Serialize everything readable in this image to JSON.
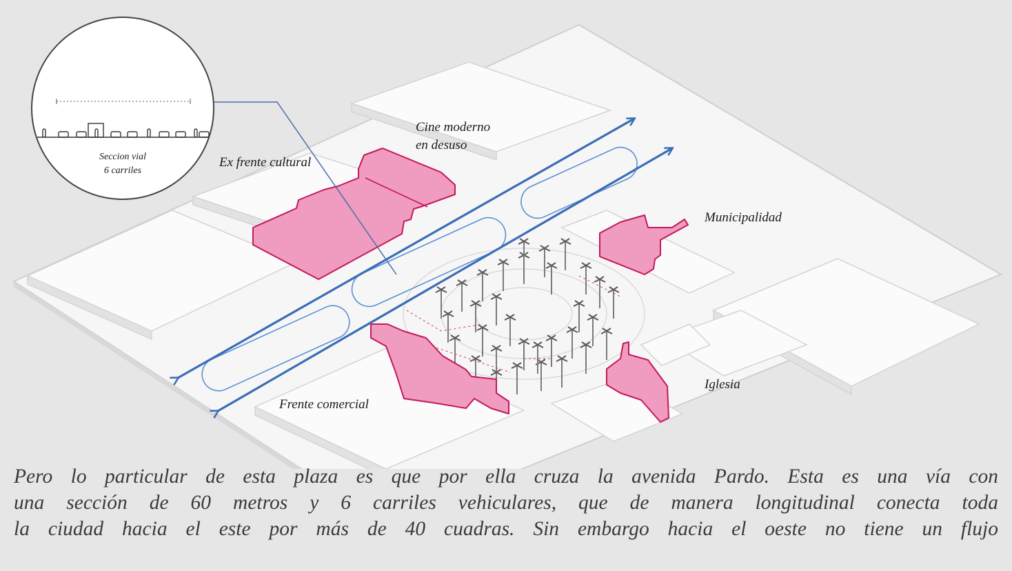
{
  "labels": {
    "cine": [
      "Cine moderno",
      "en desuso"
    ],
    "ex_frente": "Ex frente cultural",
    "municipalidad": "Municipalidad",
    "iglesia": "Iglesia",
    "frente_comercial": "Frente comercial",
    "seccion": [
      "Seccion vial",
      "6 carriles"
    ]
  },
  "paragraph": [
    "Pero lo particular de esta plaza es que por ella cruza la avenida Pardo. Esta es una vía con",
    "una sección de 60 metros y 6 carriles vehiculares, que de manera longitudinal conecta toda",
    "la ciudad hacia el este por más de 40 cuadras. Sin embargo hacia el oeste no tiene un flujo"
  ],
  "colors": {
    "highlight_fill": "#f09bc0",
    "highlight_stroke": "#c4185b",
    "arrow": "#3a6db5",
    "background": "#e6e6e6"
  }
}
